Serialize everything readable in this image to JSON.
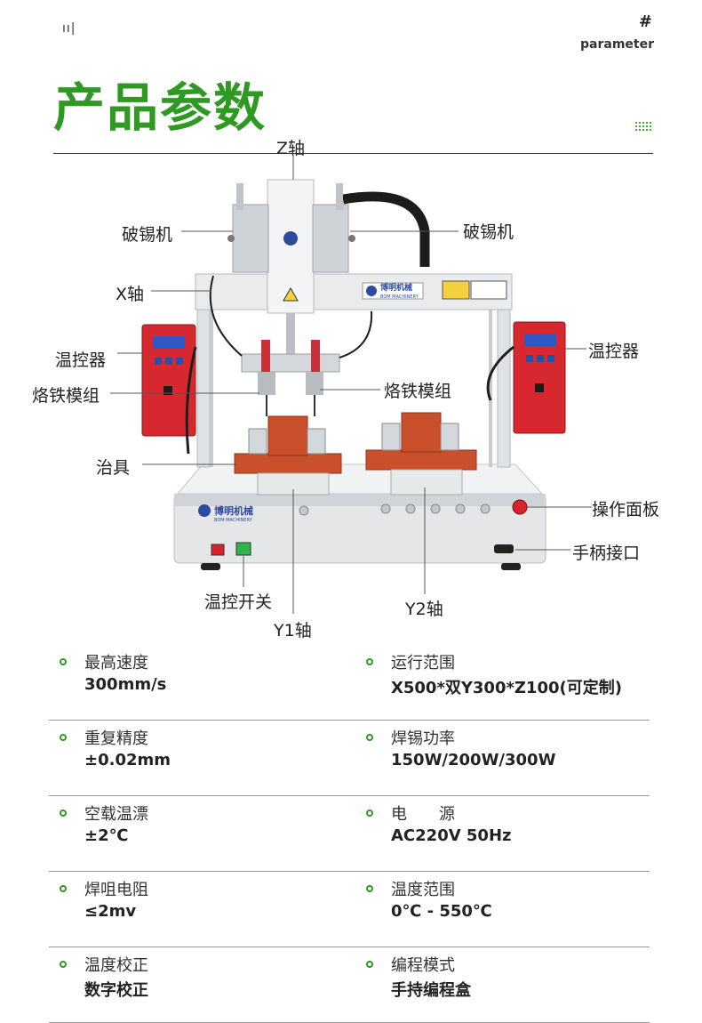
{
  "header": {
    "top_mark": "ıı|",
    "hash": "#",
    "parameter_en": "parameter",
    "title": "产品参数"
  },
  "machine": {
    "brand": "博明机械",
    "brand_en": "BOM MACHINERY",
    "labels": {
      "z_axis": "Z轴",
      "tin_breaker_left": "破锡机",
      "tin_breaker_right": "破锡机",
      "x_axis": "X轴",
      "temp_controller_left": "温控器",
      "temp_controller_right": "温控器",
      "iron_module_left": "烙铁模组",
      "iron_module_right": "烙铁模组",
      "fixture": "治具",
      "control_panel": "操作面板",
      "handle_port": "手柄接口",
      "temp_switch": "温控开关",
      "y1_axis": "Y1轴",
      "y2_axis": "Y2轴"
    }
  },
  "specs": [
    {
      "left": {
        "label": "最高速度",
        "value": "300mm/s"
      },
      "right": {
        "label": "运行范围",
        "value": "X500*双Y300*Z100(可定制)"
      }
    },
    {
      "left": {
        "label": "重复精度",
        "value": "±0.02mm"
      },
      "right": {
        "label": "焊锡功率",
        "value": "150W/200W/300W"
      }
    },
    {
      "left": {
        "label": "空载温漂",
        "value": "±2℃"
      },
      "right": {
        "label": "电　　源",
        "value": "AC220V 50Hz"
      }
    },
    {
      "left": {
        "label": "焊咀电阻",
        "value": "≤2mv"
      },
      "right": {
        "label": "温度范围",
        "value": "0℃ - 550℃"
      }
    },
    {
      "left": {
        "label": "温度校正",
        "value": "数字校正"
      },
      "right": {
        "label": "编程模式",
        "value": "手持编程盒"
      }
    }
  ],
  "colors": {
    "accent_green": "#2f9a21",
    "machine_red": "#d7282f",
    "fixture_orange": "#c9502a"
  }
}
